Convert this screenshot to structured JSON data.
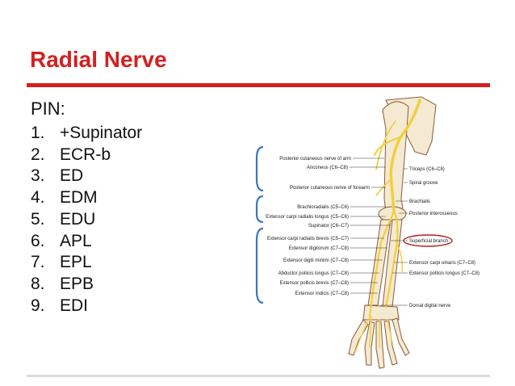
{
  "slide": {
    "title": "Radial Nerve",
    "subheading": "PIN:",
    "items": [
      {
        "num": "1.",
        "text": "+Supinator"
      },
      {
        "num": "2.",
        "text": "ECR-b"
      },
      {
        "num": "3.",
        "text": "ED"
      },
      {
        "num": "4.",
        "text": "EDM"
      },
      {
        "num": "5.",
        "text": "EDU"
      },
      {
        "num": "6.",
        "text": "APL"
      },
      {
        "num": "7.",
        "text": "EPL"
      },
      {
        "num": "8.",
        "text": "EPB"
      },
      {
        "num": "9.",
        "text": "EDI"
      }
    ]
  },
  "figure": {
    "left_labels": [
      "Posterior cutaneous nerve of arm",
      "Anconeus (C6–C8)",
      "Posterior cutaneous nerve of forearm",
      "Brachioradialis (C5–C6)",
      "Extensor carpi radialis longus (C5–C6)",
      "Supinator (C6–C7)",
      "Extensor carpi radialis brevis (C5–C7)",
      "Extensor digitorum (C7–C8)",
      "Extensor digiti minimi (C7–C8)",
      "Abductor pollicis longus (C7–C8)",
      "Extensor pollicis brevis (C7–C8)",
      "Extensor indicis (C7–C8)"
    ],
    "right_labels": [
      "Triceps (C6–C8)",
      "Spiral groove",
      "Brachialis",
      "Posterior interosseous",
      "Superficial branch",
      "Extensor carpi ulnaris (C7–C8)",
      "Extensor pollicis longus (C7–C8)",
      "Dorsal digital nerve"
    ],
    "colors": {
      "nerve": "#f2cf3c",
      "bone": "#f4ead2",
      "bone_outline": "#8a5a3a",
      "bracket": "#3d73c4",
      "highlight_circle": "#b02020"
    }
  }
}
